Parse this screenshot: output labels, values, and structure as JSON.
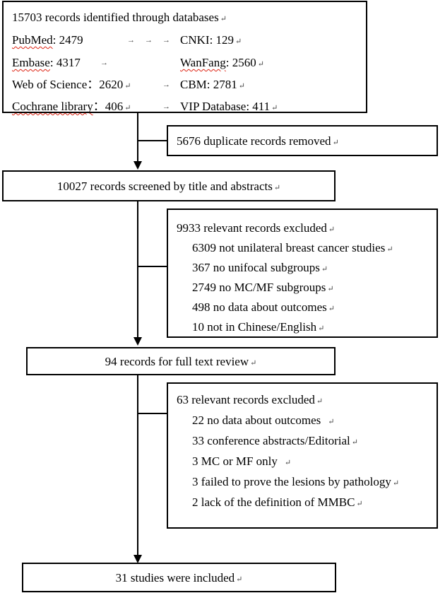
{
  "identified": {
    "header": "15703 records identified through databases",
    "left": [
      {
        "name": "PubMed",
        "sep": ": ",
        "count": "2479"
      },
      {
        "name": "Embase",
        "sep": ": ",
        "count": "4317"
      },
      {
        "name": "Web of Science",
        "sep": "：",
        "count": "2620"
      },
      {
        "name": "Cochrane library",
        "sep": "：",
        "count": "406"
      }
    ],
    "right": [
      {
        "name": "CNKI",
        "sep": ": ",
        "count": "129"
      },
      {
        "name": "WanFang",
        "sep": ": ",
        "count": "2560"
      },
      {
        "name": "CBM",
        "sep": ": ",
        "count": "2781"
      },
      {
        "name": "VIP Database",
        "sep": ": ",
        "count": "411"
      }
    ]
  },
  "duplicates": "5676 duplicate records removed",
  "screened": "10027 records screened by title and abstracts",
  "excluded1": {
    "header": "9933 relevant records excluded",
    "items": [
      "6309 not unilateral breast cancer studies",
      "367 no unifocal subgroups",
      "2749 no MC/MF subgroups",
      "498 no data about outcomes",
      "10 not in Chinese/English"
    ]
  },
  "fulltext": "94 records for full text review",
  "excluded2": {
    "header": "63 relevant records excluded",
    "items": [
      "22 no data about outcomes",
      "33 conference abstracts/Editorial",
      "3 MC or MF only",
      "3 failed to prove the lesions by pathology",
      "2 lack of the definition of MMBC"
    ]
  },
  "included": "31 studies were included",
  "marks": {
    "paragraph": "↵",
    "arrow": "→"
  }
}
